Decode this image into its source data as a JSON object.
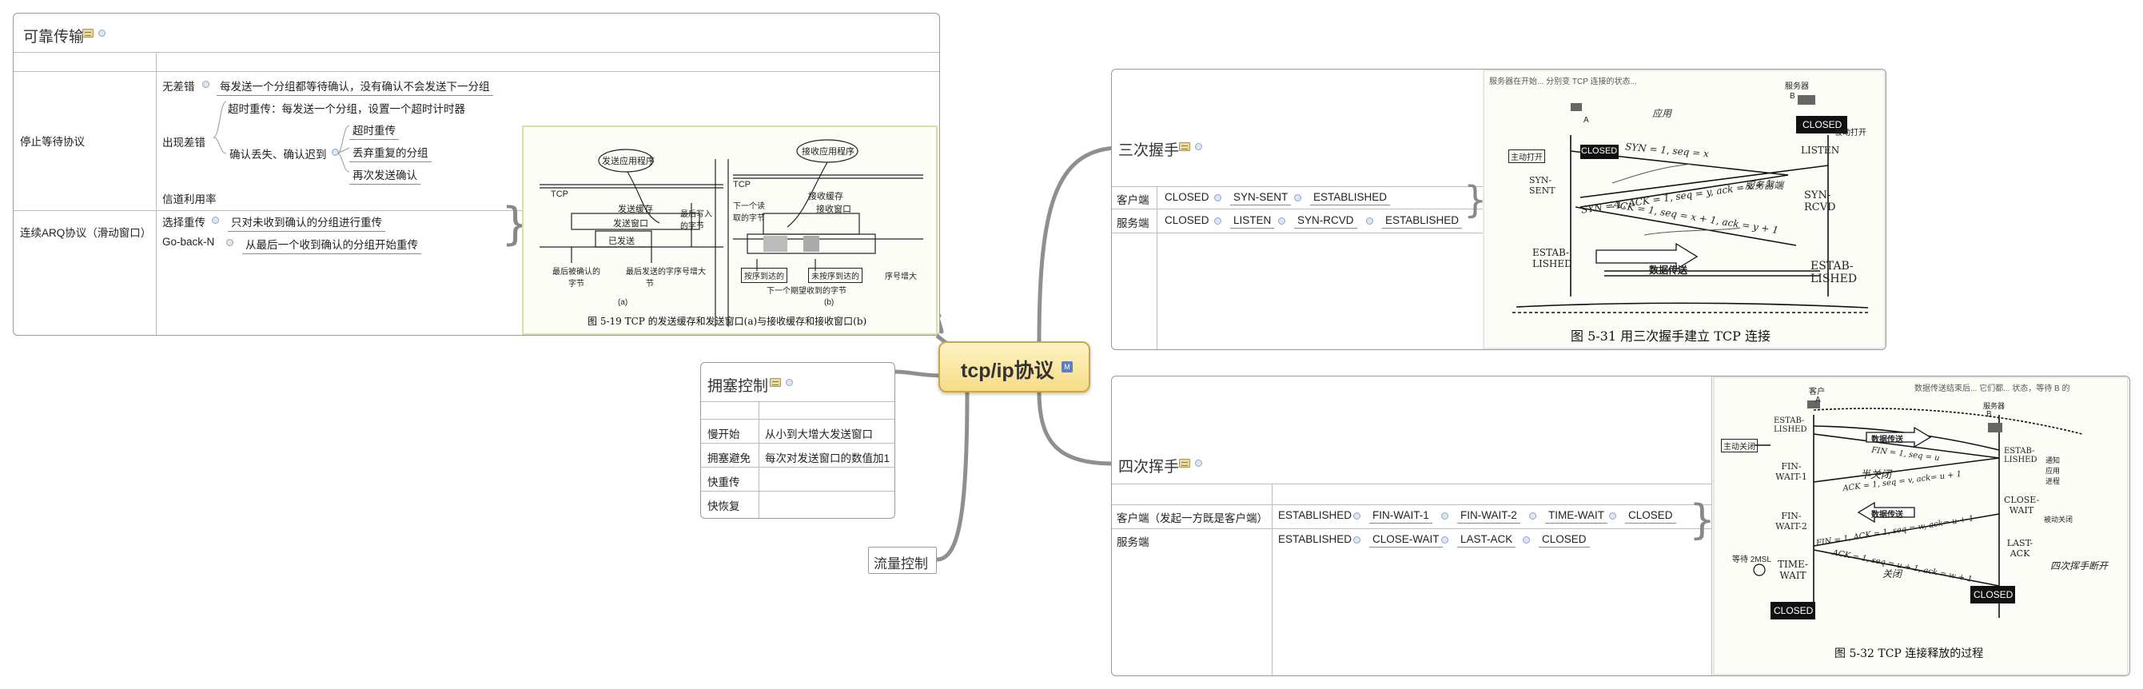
{
  "central": {
    "title": "tcp/ip协议"
  },
  "reliable": {
    "title": "可靠传输",
    "stop_wait": {
      "label": "停止等待协议",
      "no_error_label": "无差错",
      "no_error_text": "每发送一个分组都等待确认，没有确认不会发送下一分组",
      "error_label": "出现差错",
      "timeout_text": "超时重传：每发送一个分组，设置一个超时计时器",
      "loss_label": "确认丢失、确认迟到",
      "loss_items": [
        "超时重传",
        "丢弃重复的分组",
        "再次发送确认"
      ],
      "channel_util": "信道利用率"
    },
    "arq": {
      "label": "连续ARQ协议（滑动窗口）",
      "selective_label": "选择重传",
      "selective_text": "只对未收到确认的分组进行重传",
      "gbn_label": "Go-back-N",
      "gbn_text": "从最后一个收到确认的分组开始重传"
    },
    "figure": {
      "top_labels": [
        "发送应用程序",
        "接收应用程序"
      ],
      "tcp_left": "TCP",
      "tcp_right": "TCP",
      "send_buffer": "发送缓存",
      "send_window": "发送窗口",
      "sent": "已发送",
      "max_written": "最后写入的字节",
      "last_ack": "最后被确认的字节",
      "last_sent": "最后发送的字节",
      "seq_inc_left": "序号增大",
      "recv_buffer": "接收缓存",
      "recv_window": "接收窗口",
      "next_read": "下一个读取的字节",
      "in_order": "按序到达的",
      "out_order": "未按序到达的",
      "next_expected": "下一个期望收到的字节",
      "seq_inc_right": "序号增大",
      "sub_a": "(a)",
      "sub_b": "(b)",
      "caption": "图 5-19   TCP 的发送缓存和发送窗口(a)与接收缓存和接收窗口(b)"
    }
  },
  "congestion": {
    "title": "拥塞控制",
    "rows": [
      {
        "name": "慢开始",
        "desc": "从小到大增大发送窗口"
      },
      {
        "name": "拥塞避免",
        "desc": "每次对发送窗口的数值加1"
      },
      {
        "name": "快重传",
        "desc": ""
      },
      {
        "name": "快恢复",
        "desc": ""
      }
    ]
  },
  "flow": {
    "title": "流量控制"
  },
  "three_way": {
    "title": "三次握手",
    "client_label": "客户端",
    "client_states": [
      "CLOSED",
      "SYN-SENT",
      "ESTABLISHED"
    ],
    "server_label": "服务端",
    "server_states": [
      "CLOSED",
      "LISTEN",
      "SYN-RCVD",
      "ESTABLISHED"
    ],
    "figure": {
      "top_note": "服务器在开始... 分别变 TCP 连接的状态...",
      "server_label": "服务器",
      "b": "B",
      "a": "A",
      "closed_left": "CLOSED",
      "closed_right": "CLOSED",
      "active_open": "主动打开",
      "passive_open": "被动打开",
      "listen": "LISTEN",
      "syn_sent": "SYN-SENT",
      "syn_rcvd": "SYN-RCVD",
      "msg1": "SYN = 1, seq = x",
      "msg2": "SYN = 1, ACK = 1, seq = y, ack = x + 1",
      "msg3": "ACK = 1, seq = x + 1, ack = y + 1",
      "established_left": "ESTAB-LISHED",
      "established_right": "ESTAB-LISHED",
      "data": "数据传送",
      "handwrite1": "应用",
      "handwrite2": "服务器端",
      "caption": "图 5-31   用三次握手建立 TCP 连接"
    }
  },
  "four_way": {
    "title": "四次挥手",
    "client_label": "客户端（发起一方既是客户端）",
    "client_states": [
      "ESTABLISHED",
      "FIN-WAIT-1",
      "FIN-WAIT-2",
      "TIME-WAIT",
      "CLOSED"
    ],
    "server_label": "服务端",
    "server_states": [
      "ESTABLISHED",
      "CLOSE-WAIT",
      "LAST-ACK",
      "CLOSED"
    ],
    "figure": {
      "top_note": "数据传送结束后... 它们都... 状态，等待 B 的",
      "client": "客户",
      "a": "A",
      "b": "B",
      "server": "服务器",
      "established_left": "ESTAB-LISHED",
      "established_right": "ESTAB-LISHED",
      "active_close": "主动关闭",
      "passive_close": "被动关闭",
      "fin_wait_1": "FIN-WAIT-1",
      "fin_wait_2": "FIN-WAIT-2",
      "close_wait": "CLOSE-WAIT",
      "last_ack": "LAST-ACK",
      "time_wait": "TIME-WAIT",
      "wait_2msl": "等待 2MSL",
      "closed_left": "CLOSED",
      "closed_right": "CLOSED",
      "msg1": "FIN = 1, seq = u",
      "msg2": "ACK = 1, seq = v, ack= u + 1",
      "msg3": "FIN = 1, ACK = 1, seq = w, ack= u + 1",
      "msg4": "ACK = 1, seq = u + 1, ack = w + 1",
      "data_top": "数据传送",
      "data_mid": "数据传送",
      "notify": "通知应用进程",
      "hw1": "半关闭",
      "hw2": "关闭",
      "hw3": "四次挥手断开",
      "caption": "图 5-32   TCP 连接释放的过程"
    }
  }
}
